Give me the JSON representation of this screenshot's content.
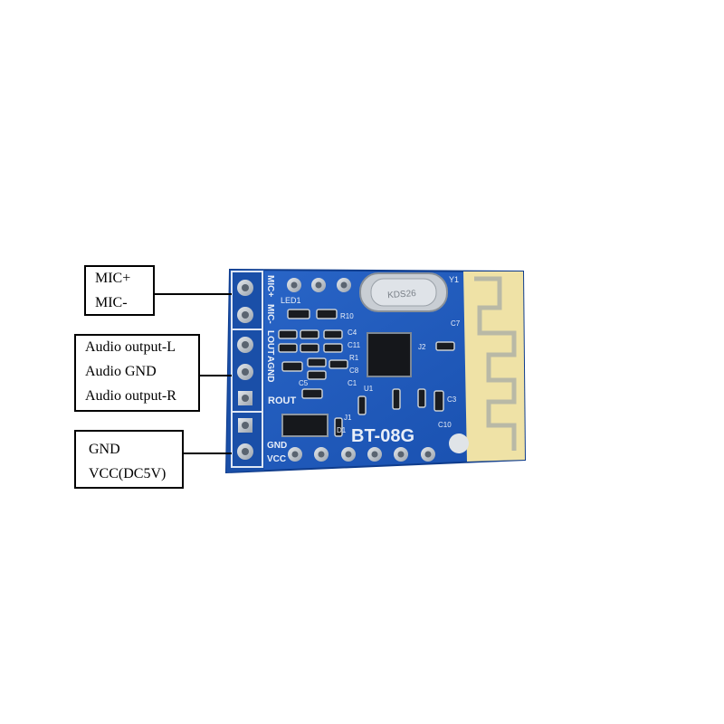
{
  "labels": {
    "mic": [
      "MIC+",
      "MIC-"
    ],
    "audio": [
      "Audio output-L",
      "Audio GND",
      "Audio output-R"
    ],
    "power": [
      "GND",
      "VCC(DC5V)"
    ]
  },
  "silkscreen": {
    "model": "BT-08G",
    "mic_pins": [
      "MIC+",
      "MIC-"
    ],
    "audio_pins": [
      "LOUT",
      "AGND",
      "ROUT"
    ],
    "power_pins": [
      "GND",
      "VCC"
    ],
    "led": "LED1",
    "crystal": "Y1",
    "crystal_mark": "KDS26",
    "parts": [
      "R10",
      "C4",
      "C11",
      "R1",
      "C8",
      "C1",
      "C5",
      "C7",
      "J1",
      "D1",
      "U1",
      "J2",
      "C10",
      "C3"
    ]
  },
  "colors": {
    "pcb": "#1d57b8",
    "pcb_dark": "#0f3c8c",
    "antenna": "#efe2a6",
    "pad": "#c9cfd6"
  }
}
